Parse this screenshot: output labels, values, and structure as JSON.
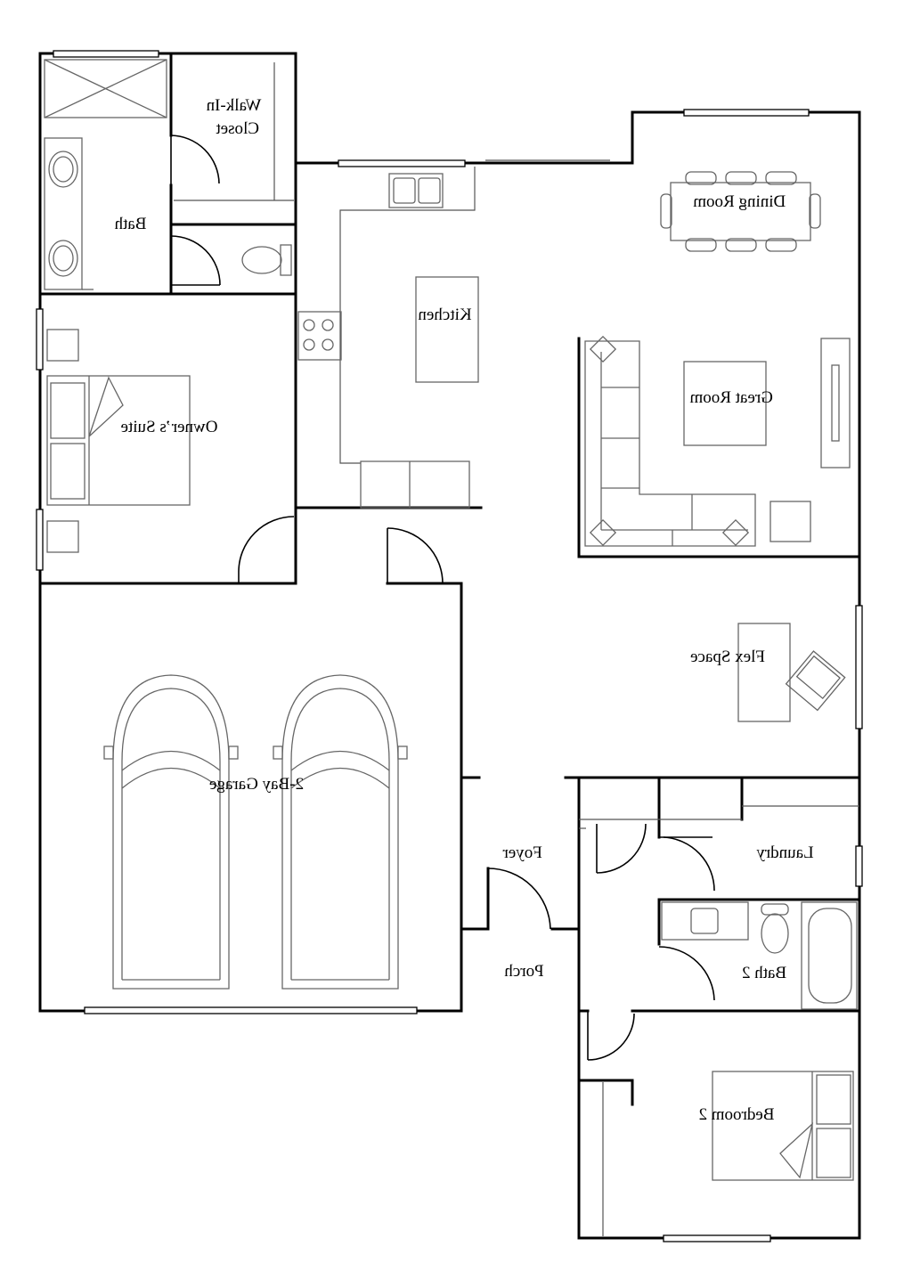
{
  "rooms": {
    "walk_in_closet_line1": "Walk-In",
    "walk_in_closet_line2": "Closet",
    "bath": "Bath",
    "kitchen": "Kitchen",
    "dining_room": "Dining Room",
    "great_room": "Great Room",
    "owners_suite": "Owner’s Suite",
    "flex_space": "Flex Space",
    "garage": "2-Bay Garage",
    "foyer": "Foyer",
    "laundry": "Laundry",
    "porch": "Porch",
    "bath_2": "Bath 2",
    "bedroom_2": "Bedroom 2"
  },
  "style": {
    "wall_color": "#000000",
    "furniture_color": "#666666",
    "background_color": "#ffffff"
  },
  "rendering": {
    "labels_mirrored": true
  }
}
